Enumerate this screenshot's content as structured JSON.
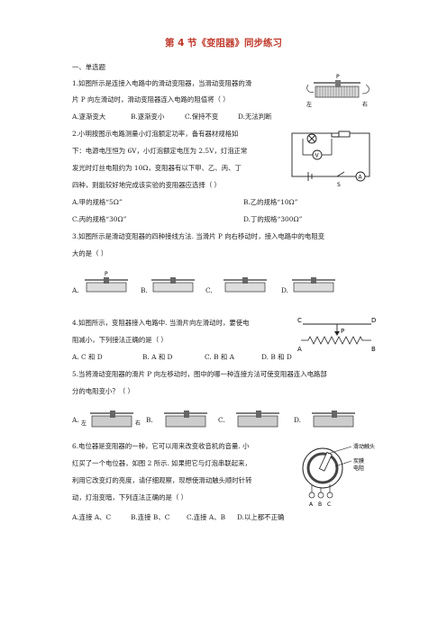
{
  "title": "第 4 节《变阻器》同步练习",
  "section": "一、单选题",
  "q1": {
    "l1": "1.如图所示是连接入电路中的滑动变阻器，当滑动变阻器的滑",
    "l2": "片 P 向左滑动时，滑动变阻器连入电路的阻值将（      ）",
    "oA": "A.逐渐变大",
    "oB": "B.逐渐变小",
    "oC": "C.保持不变",
    "oD": "D.无法判断",
    "fig_left": "左",
    "fig_right": "右",
    "fig_p": "P"
  },
  "q2": {
    "l1": "2.小明按图示电路测量小灯泡额定功率，备有器材规格如",
    "l2": "下：电源电压恒为 6V，小灯泡额定电压为 2.5V，灯泡正常",
    "l3": "发光时灯丝电阻约为 10Ω，变阻器有以下甲、乙、丙、丁",
    "l4": "四种，则能较好地完成该实验的变阻器应选择（      ）",
    "oA": "A.甲的规格“5Ω”",
    "oB": "B.乙的规格“10Ω”",
    "oC": "C.丙的规格“30Ω”",
    "oD": "D.丁的规格“300Ω”",
    "fig_v": "V",
    "fig_a": "A",
    "fig_s": "S"
  },
  "q3": {
    "l1": "3.如图所示是滑动变阻器的四种接线方法. 当滑片 P 向右移动时，接入电路中的电阻变",
    "l2": "大的是（      ）",
    "labels": [
      "A.",
      "B.",
      "C.",
      "D."
    ],
    "fig_p": "P"
  },
  "q4": {
    "l1": "4.如图所示，变阻器接入电路中. 当滑片向左滑动时，要使电",
    "l2": "阻减小，下列接法正确的是（      ）",
    "oA": "A. C 和 D",
    "oB": "B. A 和 D",
    "oC": "C. B 和 A",
    "oD": "D. B 和 D",
    "fig_c": "C",
    "fig_d": "D",
    "fig_a": "A",
    "fig_b": "B",
    "fig_p": "P"
  },
  "q5": {
    "l1": "5.当将滑动变阻器的滑片 P 向左移动时，图中的哪一种连接方法可使变阻器连入电路部",
    "l2": "分的电阻变小？（      ）",
    "labels": [
      "A.",
      "B.",
      "C.",
      "D."
    ],
    "fig_left": "左",
    "fig_right": "右"
  },
  "q6": {
    "l1": "6.电位器是变阻器的一种，它可以用来改变收音机的音量. 小",
    "l2": "红买了一个电位器，如图 2 所示. 如果把它与灯泡串联起来，",
    "l3": "利用它改变灯的亮度，请仔细观察，现想使滑动触头顺时针转",
    "l4": "动，灯泡变暗，下列连法正确的是（      ）",
    "oA": "A.连接 A、C",
    "oB": "B.连接 B、C",
    "oC": "C.连接 A、B",
    "oD": "D.以上都不正确",
    "fig_contact": "滑动触头",
    "fig_film1": "炭膜",
    "fig_film2": "电阻",
    "fig_a": "A",
    "fig_b": "B",
    "fig_c": "C"
  }
}
